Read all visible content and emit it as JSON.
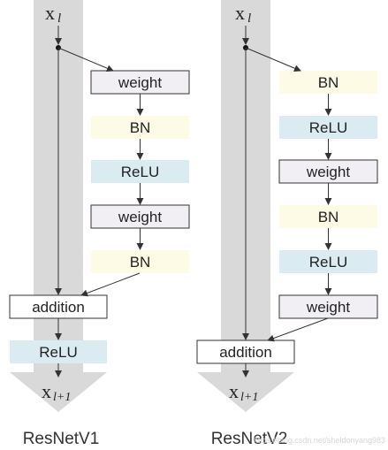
{
  "colors": {
    "trunk": "#d9d9d9",
    "weight_fill": "#f1eff4",
    "bn_fill": "#fdfbe5",
    "relu_fill": "#daecf1",
    "addition_fill": "#ffffff",
    "line": "#333333"
  },
  "v1": {
    "input_label": "x",
    "input_sub": "l",
    "output_label": "x",
    "output_sub": "l+1",
    "blocks": [
      "weight",
      "BN",
      "ReLU",
      "weight",
      "BN"
    ],
    "addition": "addition",
    "post_relu": "ReLU",
    "caption": "ResNetV1"
  },
  "v2": {
    "input_label": "x",
    "input_sub": "l",
    "output_label": "x",
    "output_sub": "l+1",
    "blocks": [
      "BN",
      "ReLU",
      "weight",
      "BN",
      "ReLU",
      "weight"
    ],
    "addition": "addition",
    "caption": "ResNetV2"
  },
  "watermark": "https://blog.csdn.net/sheldonyang983"
}
